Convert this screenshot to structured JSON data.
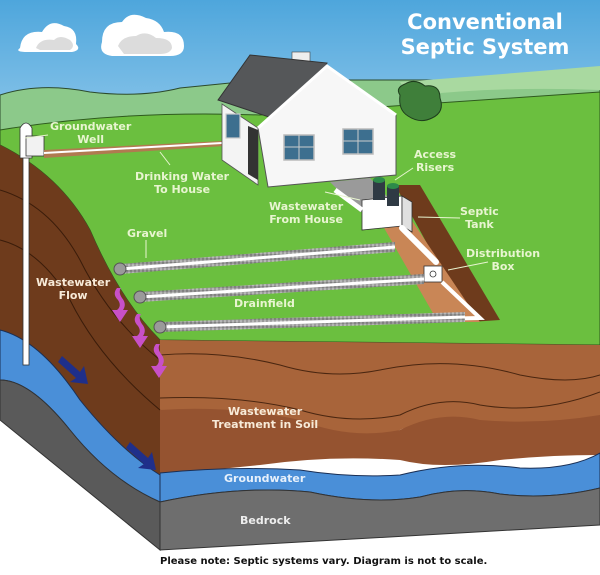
{
  "title": {
    "line1": "Conventional",
    "line2": "Septic System"
  },
  "labels": {
    "groundwater_well": [
      "Groundwater",
      "Well"
    ],
    "drinking_water": [
      "Drinking Water",
      "To House"
    ],
    "access_risers": [
      "Access",
      "Risers"
    ],
    "wastewater_from_house": [
      "Wastewater",
      "From House"
    ],
    "septic_tank": [
      "Septic",
      "Tank"
    ],
    "gravel": "Gravel",
    "distribution_box": [
      "Distribution",
      "Box"
    ],
    "wastewater_flow": [
      "Wastewater",
      "Flow"
    ],
    "drainfield": "Drainfield",
    "wastewater_treatment": [
      "Wastewater",
      "Treatment in Soil"
    ],
    "groundwater": "Groundwater",
    "bedrock": "Bedrock"
  },
  "footnote": "Please note: Septic systems vary. Diagram is not to scale.",
  "colors": {
    "sky": "#5aaee0",
    "grass": "#6bbf3f",
    "hill": "#8cc98a",
    "soil_light": "#a8643a",
    "soil_dark": "#6e3b1c",
    "groundwater": "#4a8fd8",
    "bedrock": "#6e6e6e",
    "flow_arrow": "#c850c8",
    "water_arrow": "#1f2f8a"
  },
  "icons": [
    "cloud-icon",
    "house-icon",
    "well-icon",
    "riser-icon",
    "septic-tank-icon",
    "distribution-box-icon",
    "flow-arrow-icon",
    "water-arrow-icon",
    "tree-icon"
  ]
}
